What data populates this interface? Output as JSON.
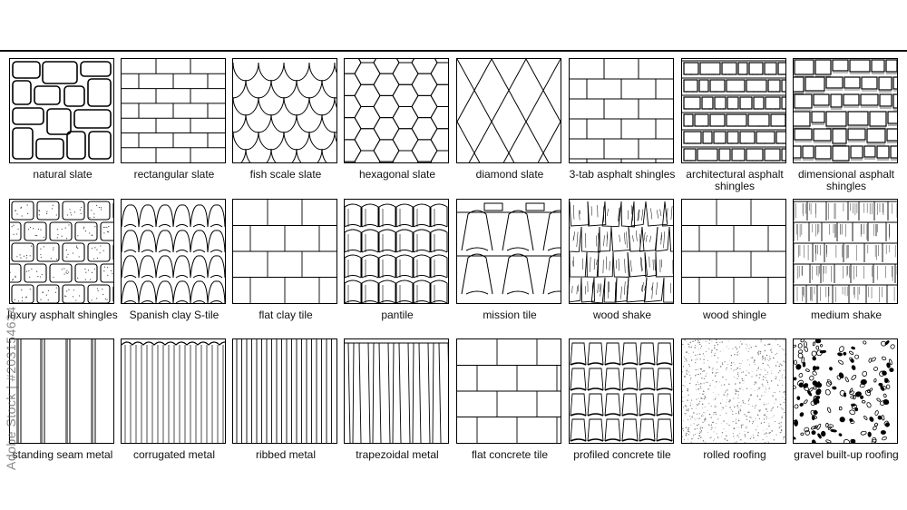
{
  "watermark": "Adobe Stock | #203154634",
  "rows": [
    [
      {
        "pattern": "natural-slate",
        "label": "natural slate"
      },
      {
        "pattern": "rectangular-slate",
        "label": "rectangular slate"
      },
      {
        "pattern": "fish-scale-slate",
        "label": "fish scale slate"
      },
      {
        "pattern": "hexagonal-slate",
        "label": "hexagonal slate"
      },
      {
        "pattern": "diamond-slate",
        "label": "diamond slate"
      },
      {
        "pattern": "3-tab-asphalt-shingles",
        "label": "3-tab asphalt shingles"
      },
      {
        "pattern": "architectural-asphalt-shingles",
        "label": "architectural asphalt shingles"
      },
      {
        "pattern": "dimensional-asphalt-shingles",
        "label": "dimensional asphalt shingles"
      }
    ],
    [
      {
        "pattern": "luxury-asphalt-shingles",
        "label": "luxury asphalt shingles"
      },
      {
        "pattern": "spanish-clay-s-tile",
        "label": "Spanish clay S-tile"
      },
      {
        "pattern": "flat-clay-tile",
        "label": "flat clay tile"
      },
      {
        "pattern": "pantile",
        "label": "pantile"
      },
      {
        "pattern": "mission-tile",
        "label": "mission tile"
      },
      {
        "pattern": "wood-shake",
        "label": "wood shake"
      },
      {
        "pattern": "wood-shingle",
        "label": "wood shingle"
      },
      {
        "pattern": "medium-shake",
        "label": "medium shake"
      }
    ],
    [
      {
        "pattern": "standing-seam-metal",
        "label": "standing seam metal"
      },
      {
        "pattern": "corrugated-metal",
        "label": "corrugated metal"
      },
      {
        "pattern": "ribbed-metal",
        "label": "ribbed metal"
      },
      {
        "pattern": "trapezoidal-metal",
        "label": "trapezoidal metal"
      },
      {
        "pattern": "flat-concrete-tile",
        "label": "flat concrete tile"
      },
      {
        "pattern": "profiled-concrete-tile",
        "label": "profiled concrete tile"
      },
      {
        "pattern": "rolled-roofing",
        "label": "rolled roofing"
      },
      {
        "pattern": "gravel-built-up-roofing",
        "label": "gravel built-up roofing"
      }
    ]
  ]
}
